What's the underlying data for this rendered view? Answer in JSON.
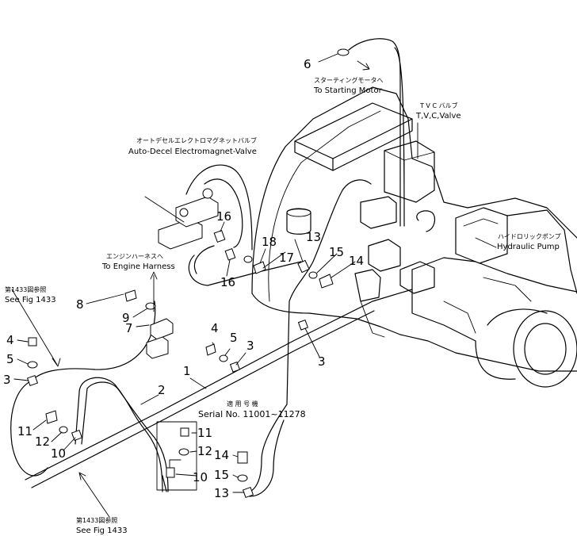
{
  "callouts": {
    "c1": "1",
    "c2": "2",
    "c3a": "3",
    "c3b": "3",
    "c3c": "3",
    "c4a": "4",
    "c4b": "4",
    "c5a": "5",
    "c5b": "5",
    "c6": "6",
    "c7": "7",
    "c8": "8",
    "c9": "9",
    "c10a": "10",
    "c10b": "10",
    "c11a": "11",
    "c11b": "11",
    "c12a": "12",
    "c12b": "12",
    "c13a": "13",
    "c13b": "13",
    "c14a": "14",
    "c14b": "14",
    "c15a": "15",
    "c15b": "15",
    "c16a": "16",
    "c16b": "16",
    "c17": "17",
    "c18": "18"
  },
  "annotations": {
    "starting_motor": {
      "jp": "スターティングモータへ",
      "en": "To Starting Motor"
    },
    "tvc_valve": {
      "jp": "T V C バルブ",
      "en": "T,V,C,Valve"
    },
    "auto_decel": {
      "jp": "オートデセルエレクトロマグネットバルブ",
      "en": "Auto-Decel Electromagnet-Valve"
    },
    "engine_harness": {
      "jp": "エンジンハーネスへ",
      "en": "To Engine Harness"
    },
    "hydraulic_pump": {
      "jp": "ハイドロリックポンプ",
      "en": "Hydraulic Pump"
    },
    "see_fig_top": {
      "jp": "第1433図参照",
      "en": "See Fig 1433"
    },
    "see_fig_bottom": {
      "jp": "第1433図参照",
      "en": "See Fig 1433"
    },
    "serial": {
      "jp": "適 用 号 機",
      "en": "Serial No. 11001~11278"
    }
  }
}
